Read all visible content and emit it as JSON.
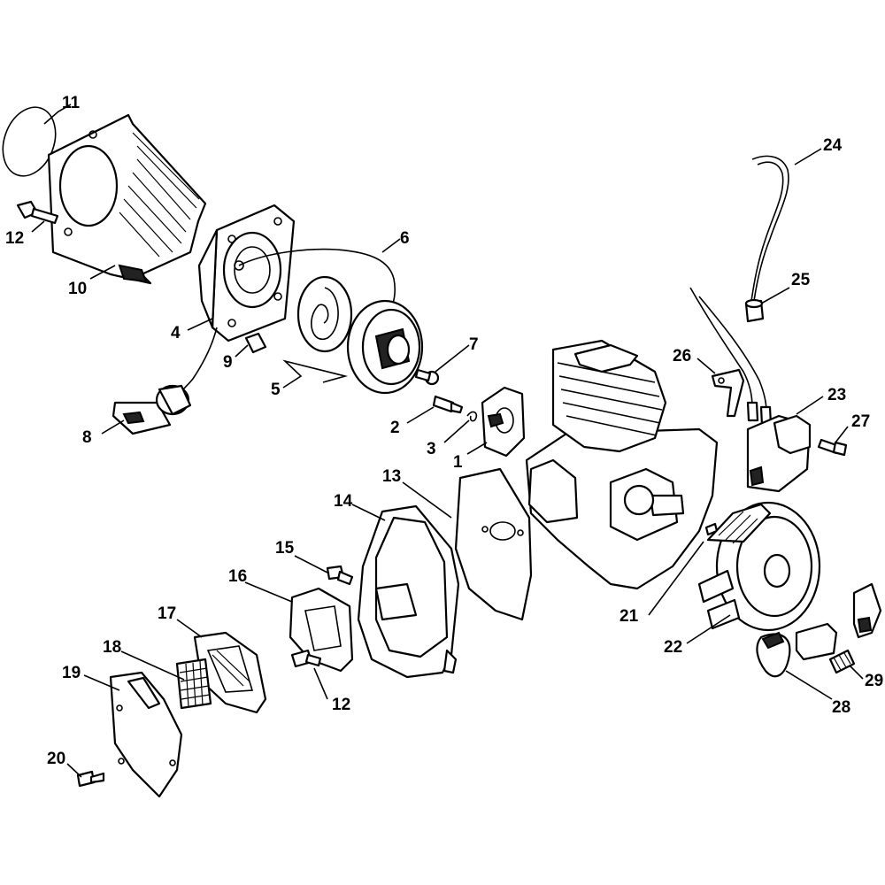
{
  "callouts": {
    "c1": "1",
    "c2": "2",
    "c3": "3",
    "c4": "4",
    "c5": "5",
    "c6": "6",
    "c7": "7",
    "c8": "8",
    "c9": "9",
    "c10": "10",
    "c11": "11",
    "c12a": "12",
    "c12b": "12",
    "c13": "13",
    "c14": "14",
    "c15": "15",
    "c16": "16",
    "c17": "17",
    "c18": "18",
    "c19": "19",
    "c20": "20",
    "c21": "21",
    "c22": "22",
    "c23": "23",
    "c24": "24",
    "c25": "25",
    "c26": "26",
    "c27": "27",
    "c28": "28",
    "c29": "29"
  }
}
